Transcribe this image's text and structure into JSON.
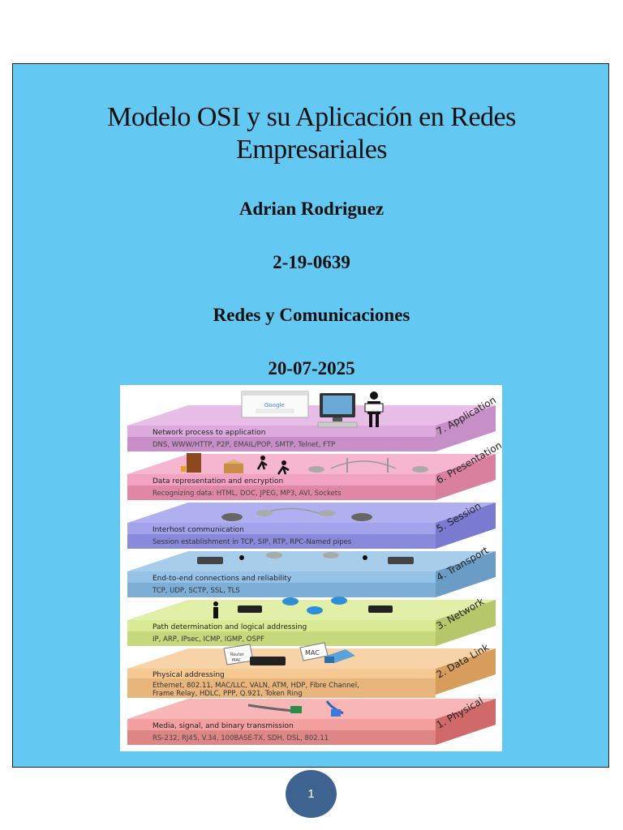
{
  "document": {
    "title_line1": "Modelo OSI y su Aplicación en Redes",
    "title_line2": "Empresariales",
    "author": "Adrian Rodriguez",
    "student_id": "2-19-0639",
    "course": "Redes y Comunicaciones",
    "date": "20-07-2025",
    "page_number": "1"
  },
  "osi_figure": {
    "layers": [
      {
        "name": "7. Application",
        "heading": "Network process to application",
        "protocols": "DNS, WWW/HTTP, P2P, EMAIL/POP, SMTP, Telnet, FTP",
        "color": "#e8bde8"
      },
      {
        "name": "6. Presentation",
        "heading": "Data representation and encryption",
        "protocols": "Recognizing data: HTML, DOC, JPEG, MP3, AVI, Sockets",
        "color": "#f4a9c6"
      },
      {
        "name": "5. Session",
        "heading": "Interhost communication",
        "protocols": "Session establishment in TCP, SIP, RTP, RPC-Named pipes",
        "color": "#a5a5ee"
      },
      {
        "name": "4. Transport",
        "heading": "End-to-end connections and reliability",
        "protocols": "TCP, UDP, SCTP, SSL, TLS",
        "color": "#95c2e6"
      },
      {
        "name": "3. Network",
        "heading": "Path determination and logical addressing",
        "protocols": "IP, ARP, IPsec, ICMP, IGMP, OSPF",
        "color": "#d9ea95"
      },
      {
        "name": "2. Data Link",
        "heading": "Physical addressing",
        "protocols_line1": "Ethernet, 802.11, MAC/LLC, VALN, ATM, HDP, Fibre Channel,",
        "protocols_line2": "Frame Relay, HDLC,  PPP, Q.921, Token Ring",
        "color": "#f6c892"
      },
      {
        "name": "1. Physical",
        "heading": "Media, signal, and binary transmission",
        "protocols": "RS-232, RJ45, V.34, 100BASE-TX, SDH, DSL, 802.11",
        "color": "#f4a0a0"
      }
    ],
    "mac_tag": "MAC",
    "router_tag_line1": "Router",
    "router_tag_line2": "MAC",
    "google_logo": "Google"
  }
}
